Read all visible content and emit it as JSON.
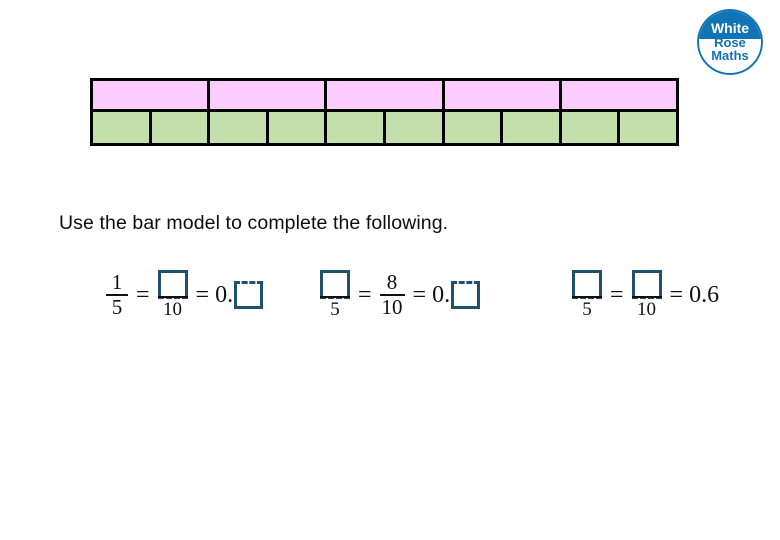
{
  "page": {
    "title": "Use the bar model to complete the following."
  },
  "logo": {
    "name": "white-rose-maths-logo",
    "line1": "White",
    "line2": "Rose",
    "line3": "Maths",
    "brand_color": "#1273b5",
    "text_on_blue_color": "#ffffff"
  },
  "bar_model": {
    "top_row": {
      "label": "fifths-row",
      "cell_count": 5,
      "fill_color": "#fbccfd",
      "cells": [
        "",
        "",
        "",
        "",
        ""
      ]
    },
    "bottom_row": {
      "label": "tenths-row",
      "cell_count": 10,
      "fill_color": "#c3dfac",
      "cells": [
        "",
        "",
        "",
        "",
        "",
        "",
        "",
        "",
        "",
        ""
      ]
    },
    "border_color": "#000000"
  },
  "prompt": {
    "text": "Use the bar model to complete the following."
  },
  "answer_box_color": "#20506b",
  "equations": [
    {
      "id": "equation-1",
      "left_fraction": {
        "numerator": "1",
        "denominator": "5",
        "numerator_is_box": false
      },
      "equals_1": "=",
      "middle_fraction": {
        "numerator": "",
        "denominator": "10",
        "numerator_is_box": true
      },
      "equals_2": "=",
      "decimal": {
        "lead": "0.",
        "value_is_box": true,
        "value": ""
      }
    },
    {
      "id": "equation-2",
      "left_fraction": {
        "numerator": "",
        "denominator": "5",
        "numerator_is_box": true
      },
      "equals_1": "=",
      "middle_fraction": {
        "numerator": "8",
        "denominator": "10",
        "numerator_is_box": false
      },
      "equals_2": "=",
      "decimal": {
        "lead": "0.",
        "value_is_box": true,
        "value": ""
      }
    },
    {
      "id": "equation-3",
      "left_fraction": {
        "numerator": "",
        "denominator": "5",
        "numerator_is_box": true
      },
      "equals_1": "=",
      "middle_fraction": {
        "numerator": "",
        "denominator": "10",
        "numerator_is_box": true
      },
      "equals_2": "=",
      "decimal": {
        "lead": "0.6",
        "value_is_box": false,
        "value": "0.6"
      }
    }
  ]
}
